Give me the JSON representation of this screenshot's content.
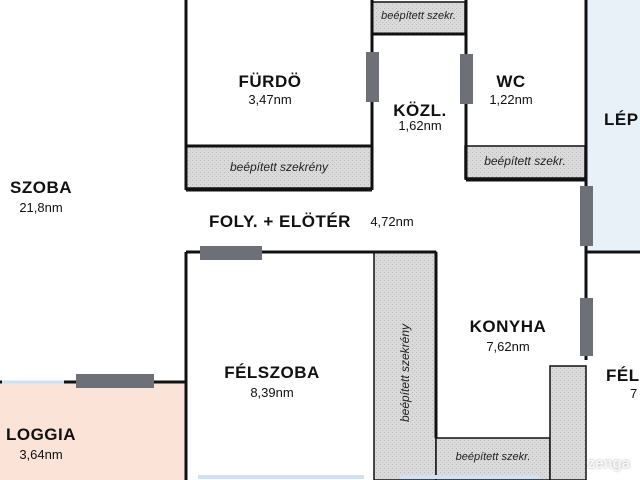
{
  "colors": {
    "wall": "#111111",
    "window": "#6e7077",
    "loggia": "#fbe3d7",
    "stairs": "#e8f0f8",
    "cabinet": "#d9d9d9",
    "glass": "#cfe2f5"
  },
  "rooms": {
    "szoba": {
      "name": "SZOBA",
      "area": "21,8nm"
    },
    "furdo": {
      "name": "FÜRDÖ",
      "area": "3,47nm"
    },
    "kozl": {
      "name": "KÖZL.",
      "area": "1,62nm"
    },
    "wc": {
      "name": "WC",
      "area": "1,22nm"
    },
    "lep": {
      "name": "LÉP"
    },
    "foly": {
      "name": "FOLY. + ELÖTÉR",
      "area": "4,72nm"
    },
    "konyha": {
      "name": "KONYHA",
      "area": "7,62nm"
    },
    "felszoba": {
      "name": "FÉLSZOBA",
      "area": "8,39nm"
    },
    "fel_right": {
      "name": "FÉL",
      "area": "7"
    },
    "loggia": {
      "name": "LOGGIA",
      "area": "3,64nm"
    }
  },
  "cabinets": {
    "top": "beépített szekr.",
    "furdo": "beépített szekrény",
    "wc": "beépített szekr.",
    "vertical": "beépített szekrény",
    "bottom": "beépített szekr."
  },
  "watermark": "zenga"
}
